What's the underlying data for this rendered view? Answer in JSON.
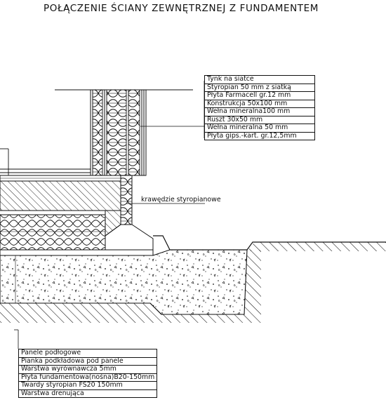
{
  "title": "POŁĄCZENIE ŚCIANY ZEWNĘTRZNEJ Z FUNDAMENTEM",
  "wall_layers": [
    "Tynk na siatce",
    "Styropian 50 mm z siatką",
    "Płyta Farmacell gr.12 mm",
    "Konstrukcja 50x100 mm",
    "Wełna mineralna100 mm",
    "Ruszt 30x50 mm",
    "Wełna mineralna 50 mm",
    "Płyta gips.-kart. gr.12,5mm"
  ],
  "floor_layers": [
    "Panele podłogowe",
    "Pianka podkładowa pod panele",
    "Warstwa wyrównawcza 5mm",
    "Płyta fundamentowa(nośna)B20-150mm",
    "Twardy styropian FS20 150mm",
    "Warstwa drenująca"
  ],
  "callout_label": "krawędzie styropianowe",
  "colors": {
    "ink": "#111111",
    "background": "#ffffff"
  }
}
